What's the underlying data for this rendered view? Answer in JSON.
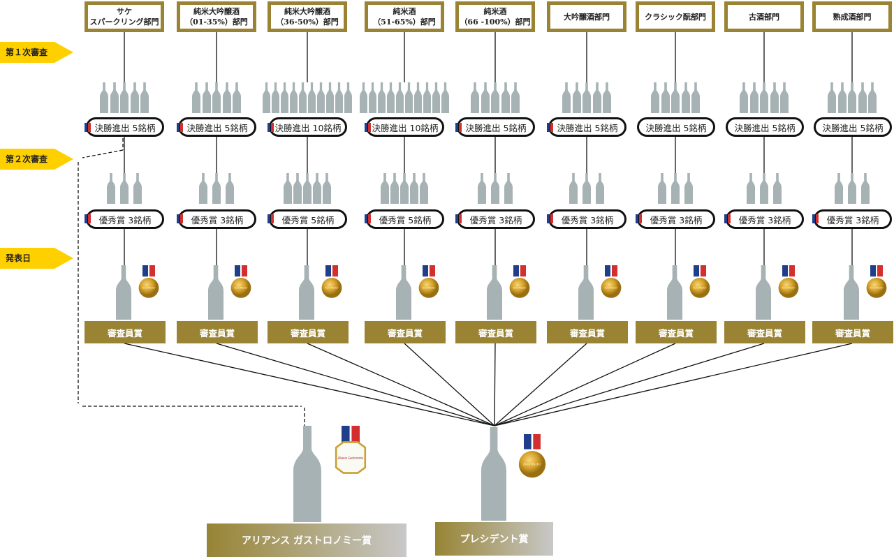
{
  "stages": [
    {
      "label": "第１次審査"
    },
    {
      "label": "第２次審査"
    },
    {
      "label": "発表日"
    }
  ],
  "colors": {
    "gold": "#9a8434",
    "stage_yellow": "#ffd000",
    "bottle": "#a7b2b5",
    "flag_blue": "#1f3f8a",
    "flag_red": "#d42f2f"
  },
  "columns": [
    {
      "header": "サケ\nスパークリング部門",
      "round1_bottles": 5,
      "finalist": "決勝進出 5銘柄",
      "finalist_flag": true,
      "round2_bottles": 3,
      "excellence": "優秀賞 3銘柄",
      "award": "審査員賞"
    },
    {
      "header": "純米大吟醸酒\n（01-35%）部門",
      "round1_bottles": 5,
      "finalist": "決勝進出 5銘柄",
      "finalist_flag": true,
      "round2_bottles": 3,
      "excellence": "優秀賞 3銘柄",
      "award": "審査員賞"
    },
    {
      "header": "純米大吟醸酒\n（36-50%）部門",
      "round1_bottles": 10,
      "finalist": "決勝進出 10銘柄",
      "finalist_flag": true,
      "round2_bottles": 5,
      "excellence": "優秀賞 5銘柄",
      "award": "審査員賞"
    },
    {
      "header": "純米酒\n（51-65%）部門",
      "round1_bottles": 10,
      "finalist": "決勝進出 10銘柄",
      "finalist_flag": true,
      "round2_bottles": 5,
      "excellence": "優秀賞 5銘柄",
      "award": "審査員賞"
    },
    {
      "header": "純米酒\n（66 -100%）部門",
      "round1_bottles": 5,
      "finalist": "決勝進出 5銘柄",
      "finalist_flag": true,
      "round2_bottles": 3,
      "excellence": "優秀賞 3銘柄",
      "award": "審査員賞"
    },
    {
      "header": "大吟醸酒部門",
      "round1_bottles": 5,
      "finalist": "決勝進出 5銘柄",
      "finalist_flag": true,
      "round2_bottles": 3,
      "excellence": "優秀賞 3銘柄",
      "award": "審査員賞"
    },
    {
      "header": "クラシック酛部門",
      "round1_bottles": 5,
      "finalist": "決勝進出 5銘柄",
      "finalist_flag": false,
      "round2_bottles": 3,
      "excellence": "優秀賞 3銘柄",
      "award": "審査員賞"
    },
    {
      "header": "古酒部門",
      "round1_bottles": 5,
      "finalist": "決勝進出 5銘柄",
      "finalist_flag": false,
      "round2_bottles": 3,
      "excellence": "優秀賞 3銘柄",
      "award": "審査員賞"
    },
    {
      "header": "熟成酒部門",
      "round1_bottles": 5,
      "finalist": "決勝進出 5銘柄",
      "finalist_flag": false,
      "round2_bottles": 3,
      "excellence": "優秀賞 3銘柄",
      "award": "審査員賞"
    }
  ],
  "finals": {
    "alliance": {
      "label": "アリアンス ガストロノミー賞",
      "medal": "Alliance Gastronomie"
    },
    "president": {
      "label": "プレシデント賞"
    }
  }
}
